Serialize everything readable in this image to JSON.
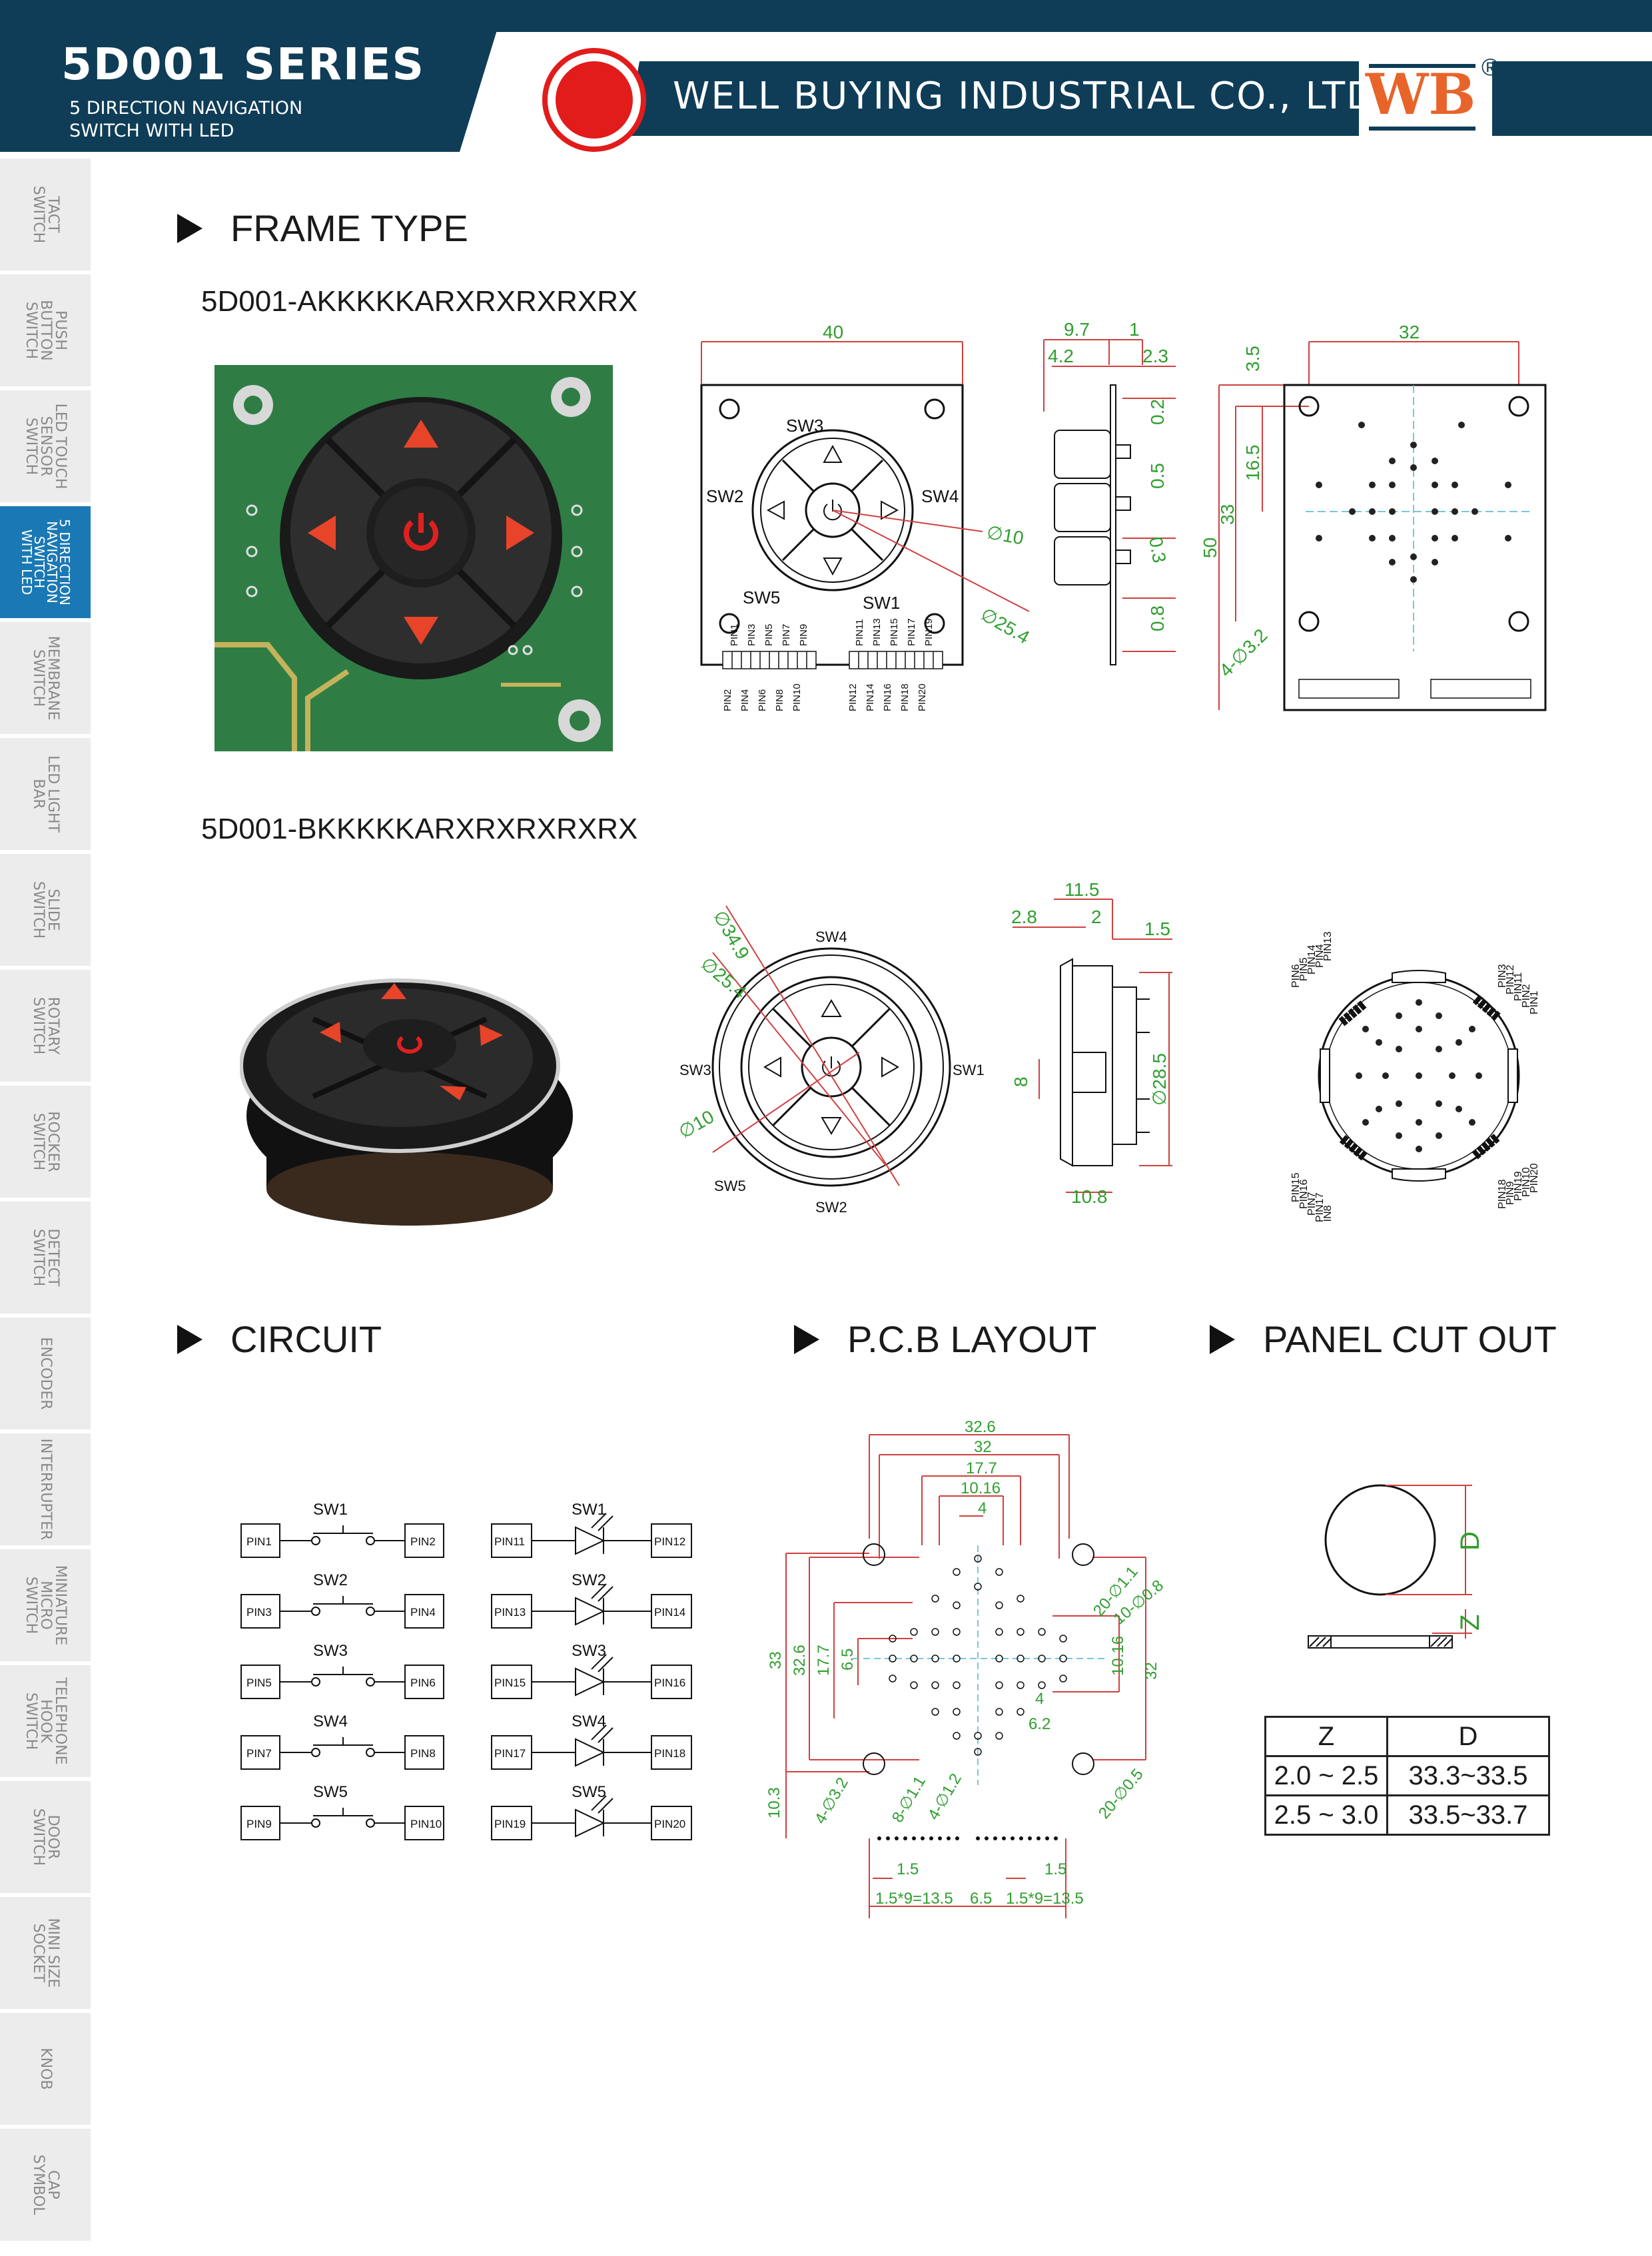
{
  "header": {
    "series_title": "5D001 SERIES",
    "subtitle_line1": "5 DIRECTION NAVIGATION",
    "subtitle_line2": "SWITCH WITH LED",
    "company": "WELL BUYING INDUSTRIAL CO., LTD",
    "logo_text": "WB",
    "registered_mark": "®",
    "colors": {
      "band": "#0f3d57",
      "logo": "#e8642a",
      "red_dot": "#e21b1b"
    }
  },
  "sidebar": {
    "items": [
      {
        "label": "TACT\nSWITCH"
      },
      {
        "label": "PUSH\nBUTTON\nSWITCH"
      },
      {
        "label": "LED TOUCH\nSENSOR\nSWITCH"
      },
      {
        "label": "5 DIRECTION\nNAVIGATION\nSWITCH\nWITH LED",
        "active": true
      },
      {
        "label": "MEMBRANE\nSWITCH"
      },
      {
        "label": "LED LIGHT\nBAR"
      },
      {
        "label": "SLIDE\nSWITCH"
      },
      {
        "label": "ROTARY\nSWITCH"
      },
      {
        "label": "ROCKER\nSWITCH"
      },
      {
        "label": "DETECT\nSWITCH"
      },
      {
        "label": "ENCODER"
      },
      {
        "label": "INTERRUPTER"
      },
      {
        "label": "MINIATURE\nMICRO\nSWITCH"
      },
      {
        "label": "TELEPHONE\nHOOK\nSWITCH"
      },
      {
        "label": "DOOR\nSWITCH"
      },
      {
        "label": "MINI SIZE\nSOCKET"
      },
      {
        "label": "KNOB"
      },
      {
        "label": "CAP\nSYMBOL"
      }
    ],
    "active_color": "#1a78b4"
  },
  "frame_type": {
    "heading": "FRAME TYPE",
    "model_a": {
      "part_no": "5D001-AKKKKKARXRXRXRXRX",
      "dims": [
        "40",
        "9.7",
        "1",
        "4.2",
        "2.3",
        "0.2",
        "0.5",
        "0.3",
        "0.8",
        "50",
        "∅10",
        "∅25.4",
        "32",
        "3.5",
        "16.5",
        "33",
        "4-∅3.2"
      ],
      "switch_labels": [
        "SW3",
        "SW2",
        "SW4",
        "SW5",
        "SW1"
      ],
      "pins_top": [
        "PIN1",
        "PIN3",
        "PIN5",
        "PIN7",
        "PIN9",
        "PIN11",
        "PIN13",
        "PIN15",
        "PIN17",
        "PIN19"
      ],
      "pins_bottom": [
        "PIN2",
        "PIN4",
        "PIN6",
        "PIN8",
        "PIN10",
        "PIN12",
        "PIN14",
        "PIN16",
        "PIN18",
        "PIN20"
      ]
    },
    "model_b": {
      "part_no": "5D001-BKKKKKARXRXRXRXRX",
      "dims": [
        "∅34.9",
        "∅25.4",
        "∅10",
        "11.5",
        "2.8",
        "2",
        "1.5",
        "8",
        "∅28.5",
        "10.8"
      ],
      "switch_labels": [
        "SW4",
        "SW3",
        "SW1",
        "SW5",
        "SW2"
      ],
      "pins_tl": [
        "PIN6",
        "PIN5",
        "PIN14",
        "PIN4",
        "PIN13"
      ],
      "pins_tr": [
        "PIN3",
        "PIN12",
        "PIN11",
        "PIN2",
        "PIN1"
      ],
      "pins_bl": [
        "PIN15",
        "PIN16",
        "PIN7",
        "PIN17",
        "PIN8"
      ],
      "pins_br": [
        "PIN18",
        "PIN9",
        "PIN19",
        "PIN10",
        "PIN20"
      ]
    }
  },
  "circuit": {
    "heading": "CIRCUIT",
    "switch_rows": [
      {
        "sw": "SW1",
        "left": "PIN1",
        "right": "PIN2"
      },
      {
        "sw": "SW2",
        "left": "PIN3",
        "right": "PIN4"
      },
      {
        "sw": "SW3",
        "left": "PIN5",
        "right": "PIN6"
      },
      {
        "sw": "SW4",
        "left": "PIN7",
        "right": "PIN8"
      },
      {
        "sw": "SW5",
        "left": "PIN9",
        "right": "PIN10"
      }
    ],
    "led_rows": [
      {
        "sw": "SW1",
        "left": "PIN11",
        "right": "PIN12"
      },
      {
        "sw": "SW2",
        "left": "PIN13",
        "right": "PIN14"
      },
      {
        "sw": "SW3",
        "left": "PIN15",
        "right": "PIN16"
      },
      {
        "sw": "SW4",
        "left": "PIN17",
        "right": "PIN18"
      },
      {
        "sw": "SW5",
        "left": "PIN19",
        "right": "PIN20"
      }
    ]
  },
  "pcb_layout": {
    "heading": "P.C.B LAYOUT",
    "dims_top": [
      "32.6",
      "32",
      "17.7",
      "10.16",
      "4"
    ],
    "dims_left": [
      "33",
      "32.6",
      "17.7",
      "6.5"
    ],
    "dims_right": [
      "10.16",
      "32"
    ],
    "dims_misc": [
      "20-∅1.1",
      "10-∅0.8",
      "4",
      "6.2",
      "10.3",
      "4-∅3.2",
      "8-∅1.1",
      "4-∅1.2",
      "20-∅0.5"
    ],
    "dims_bottom": [
      "1.5",
      "1.5",
      "1.5*9=13.5",
      "6.5",
      "1.5*9=13.5"
    ]
  },
  "panel_cut_out": {
    "heading": "PANEL CUT OUT",
    "labels": [
      "D",
      "Z"
    ],
    "table": {
      "headers": [
        "Z",
        "D"
      ],
      "rows": [
        [
          "2.0 ~ 2.5",
          "33.3~33.5"
        ],
        [
          "2.5 ~ 3.0",
          "33.5~33.7"
        ]
      ]
    }
  }
}
